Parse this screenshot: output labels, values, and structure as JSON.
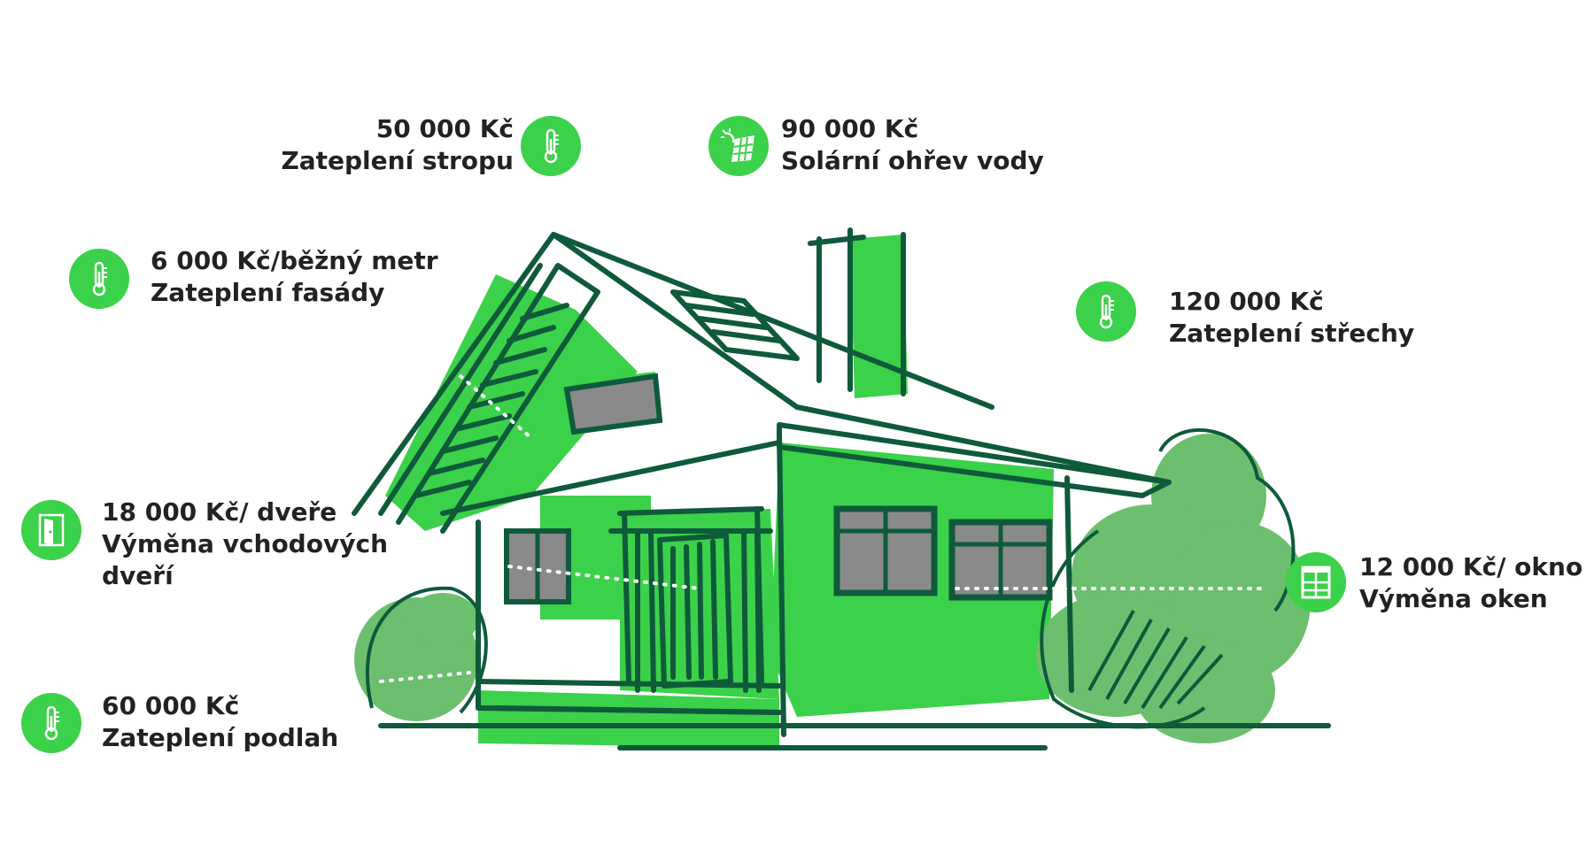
{
  "colors": {
    "accent": "#3bd14a",
    "dark": "#0e5a3a",
    "bush": "#6cbf6e",
    "window": "#8a8a8a",
    "text": "#222222"
  },
  "items": [
    {
      "id": "strop",
      "price": "50 000 Kč",
      "name": "Zateplení stropu",
      "icon": "thermometer-icon"
    },
    {
      "id": "solar",
      "price": "90 000 Kč",
      "name": "Solární ohřev vody",
      "icon": "solar-panel-icon"
    },
    {
      "id": "fasada",
      "price": "6 000 Kč/běžný metr",
      "name": "Zateplení fasády",
      "icon": "thermometer-icon"
    },
    {
      "id": "strecha",
      "price": "120 000 Kč",
      "name": "Zateplení střechy",
      "icon": "thermometer-icon"
    },
    {
      "id": "dvere",
      "price": "18 000 Kč/ dveře",
      "name": "Výměna vchodových",
      "name2": "dveří",
      "icon": "door-icon"
    },
    {
      "id": "okna",
      "price": "12 000 Kč/ okno",
      "name": "Výměna oken",
      "icon": "window-icon"
    },
    {
      "id": "podlahy",
      "price": "60 000 Kč",
      "name": "Zateplení podlah",
      "icon": "thermometer-icon"
    }
  ]
}
